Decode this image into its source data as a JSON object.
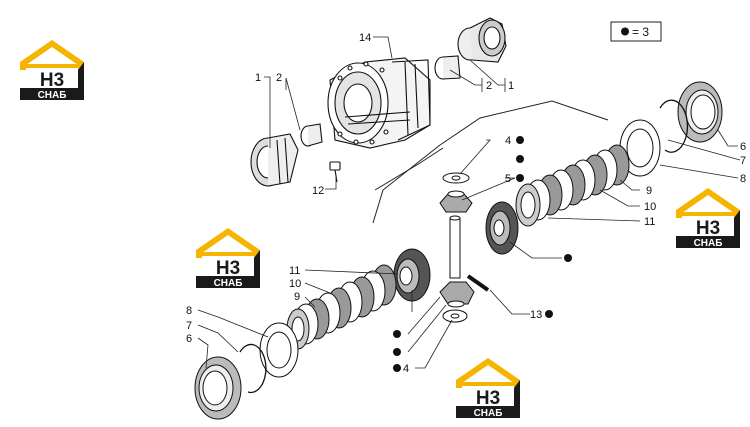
{
  "legend": {
    "bullet_label": "= 3"
  },
  "logo": {
    "letters": "H3",
    "caption": "СНАБ",
    "accent_color": "#f5b400",
    "dark_color": "#1a1a1a"
  },
  "callouts": {
    "top_left_1": "1",
    "top_left_2": "2",
    "top_right_2": "2",
    "top_right_1": "1",
    "c14": "14",
    "c12": "12",
    "r4": "4",
    "r5": "5",
    "r6": "6",
    "r7": "7",
    "r8": "8",
    "r9": "9",
    "r10": "10",
    "r11": "11",
    "l11": "11",
    "l10": "10",
    "l9": "9",
    "l8": "8",
    "l7": "7",
    "l6": "6",
    "b4": "4",
    "c13": "13"
  }
}
